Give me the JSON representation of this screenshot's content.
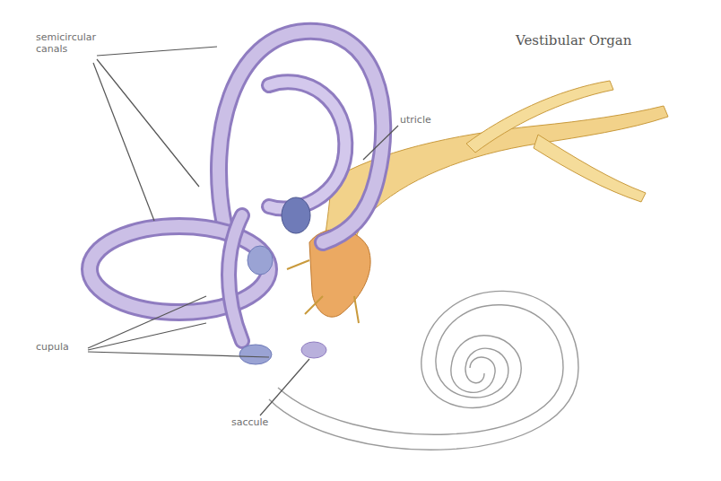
{
  "diagram": {
    "title": "Vestibular Organ",
    "labels": [
      "semicircular canals",
      "utricle",
      "cupula",
      "saccule"
    ]
  }
}
